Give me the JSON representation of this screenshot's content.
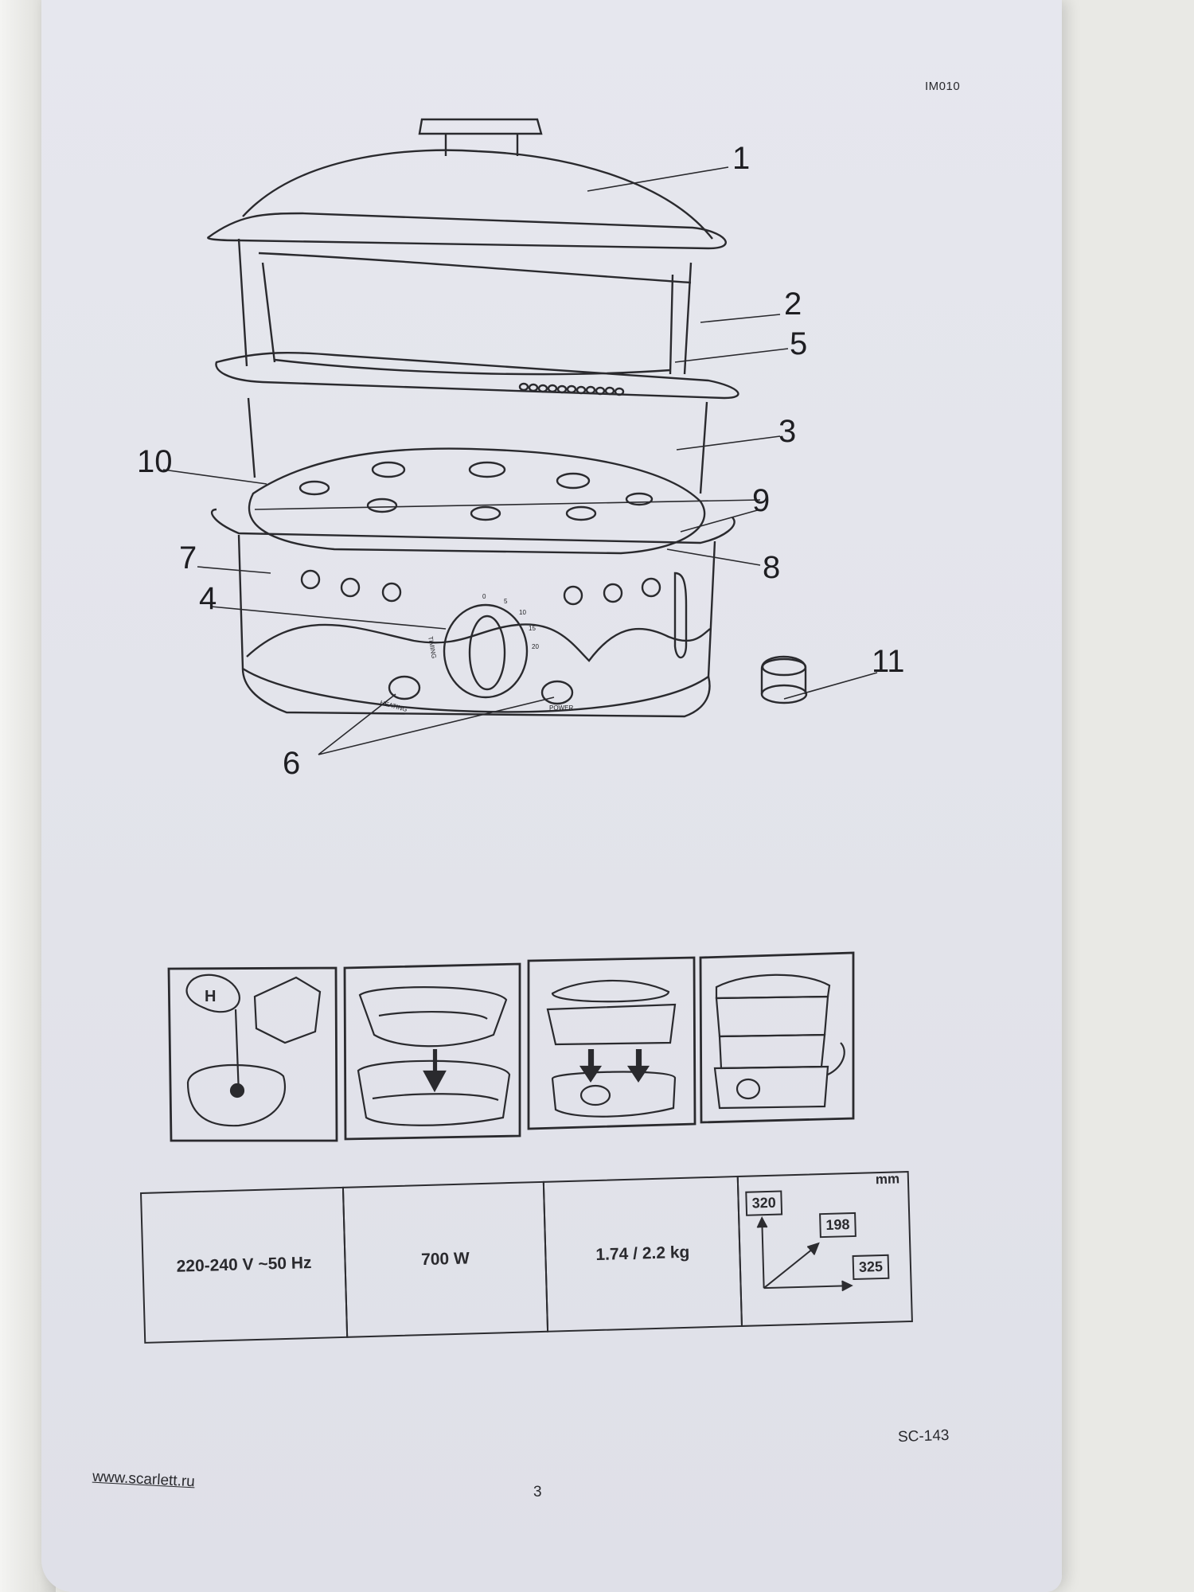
{
  "header": {
    "model_code": "IM010"
  },
  "diagram": {
    "callouts": [
      "1",
      "2",
      "5",
      "3",
      "10",
      "9",
      "7",
      "8",
      "4",
      "11",
      "6"
    ],
    "timer_marks": [
      "0",
      "5",
      "10",
      "15",
      "20"
    ],
    "timer_label": "TIMING",
    "heating_label": "HEATING",
    "power_label": "POWER"
  },
  "step_icons": [
    "water-fill-icon",
    "stack-bowl-icon",
    "stack-baskets-icon",
    "assembled-steamer-icon"
  ],
  "step_icon_text": "H",
  "specs": {
    "voltage": "220-240 V ~50 Hz",
    "power": "700 W",
    "weight": "1.74 / 2.2 kg",
    "dimensions": {
      "unit": "mm",
      "height": "320",
      "depth": "198",
      "width": "325"
    }
  },
  "footer": {
    "model": "SC-143",
    "website": "www.scarlett.ru",
    "page_number": "3"
  }
}
